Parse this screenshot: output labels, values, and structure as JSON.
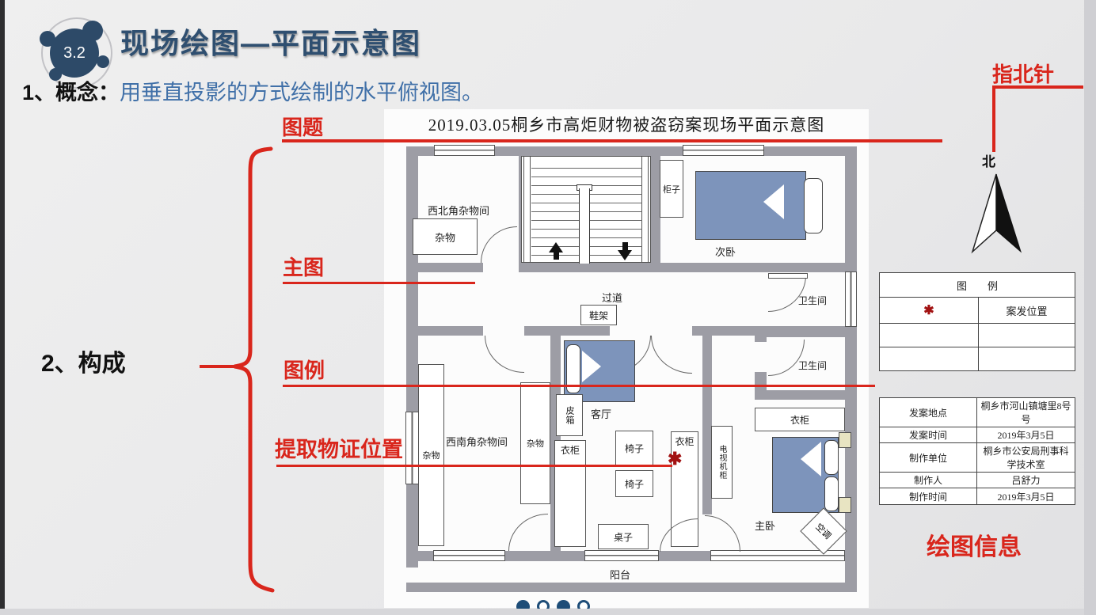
{
  "slide": {
    "badge": "3.2",
    "title": "现场绘图—平面示意图",
    "concept_label": "1、概念：",
    "concept_text": "用垂直投影的方式绘制的水平俯视图。",
    "section2_label": "2、构成"
  },
  "annotations": {
    "tu_ti": "图题",
    "zhibeizhen": "指北针",
    "zhu_tu": "主图",
    "tu_li": "图例",
    "tiqu_wuzheng": "提取物证位置",
    "huitu_xinxi": "绘图信息"
  },
  "plan": {
    "title": "2019.03.05桐乡市高炬财物被盗窃案现场平面示意图",
    "north_label": "北",
    "labels": {
      "nw_room": "西北角杂物间",
      "zawu": "杂物",
      "guizi": "柜子",
      "ciwo": "次卧",
      "guodao": "过道",
      "xiejia": "鞋架",
      "weishengjian": "卫生间",
      "sw_room": "西南角杂物间",
      "pixiang": "皮箱",
      "keting": "客厅",
      "yizi": "椅子",
      "yigui": "衣柜",
      "tv": "电视机柜",
      "zhuozi": "桌子",
      "zhuwo": "主卧",
      "kongtiao": "空调",
      "yangtai": "阳台"
    }
  },
  "legend_table": {
    "header": "图　　例",
    "rows": [
      {
        "symbol": "✱",
        "label": "案发位置"
      },
      {
        "symbol": "",
        "label": ""
      },
      {
        "symbol": "",
        "label": ""
      }
    ]
  },
  "info_table": {
    "rows": [
      [
        "发案地点",
        "桐乡市河山镇塘里8号号"
      ],
      [
        "发案时间",
        "2019年3月5日"
      ],
      [
        "制作单位",
        "桐乡市公安局刑事科学技术室"
      ],
      [
        "制作人",
        "吕舒力"
      ],
      [
        "制作时间",
        "2019年3月5日"
      ]
    ]
  },
  "theme": {
    "annotation_red": "#d9261c",
    "evidence_red": "#a21212",
    "wall_gray": "#9d9da5",
    "bed_blue": "#7d94bb",
    "navy": "#1e4d78",
    "title_blue": "#2f4f70"
  }
}
